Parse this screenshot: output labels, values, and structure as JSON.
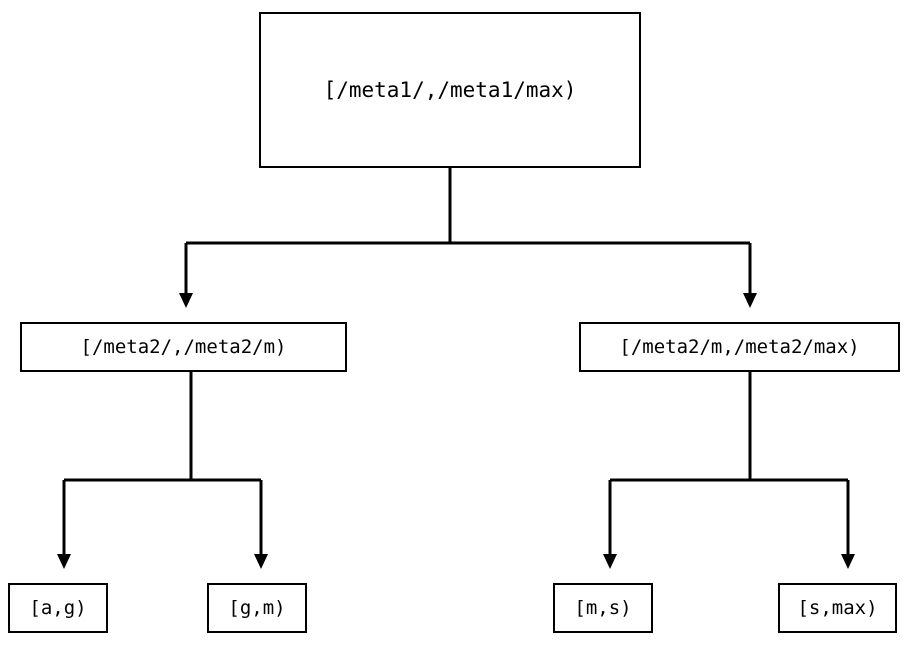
{
  "diagram": {
    "type": "tree",
    "title": "",
    "orientation": "top-down",
    "background_color": "#ffffff",
    "line_color": "#000000",
    "box_border_color": "#000000",
    "box_fill_color": "#ffffff",
    "text_color": "#000000",
    "edge_style": "orthogonal-elbow",
    "arrowhead": "filled-triangle-down",
    "nodes": {
      "root": {
        "label": "[/meta1/,/meta1/max)",
        "level": 0
      },
      "left_mid": {
        "label": "[/meta2/,/meta2/m)",
        "level": 1
      },
      "right_mid": {
        "label": "[/meta2/m,/meta2/max)",
        "level": 1
      },
      "leaf_ag": {
        "label": "[a,g)",
        "level": 2
      },
      "leaf_gm": {
        "label": "[g,m)",
        "level": 2
      },
      "leaf_ms": {
        "label": "[m,s)",
        "level": 2
      },
      "leaf_smax": {
        "label": "[s,max)",
        "level": 2
      }
    },
    "edges": [
      {
        "from": "root",
        "to": "left_mid"
      },
      {
        "from": "root",
        "to": "right_mid"
      },
      {
        "from": "left_mid",
        "to": "leaf_ag"
      },
      {
        "from": "left_mid",
        "to": "leaf_gm"
      },
      {
        "from": "right_mid",
        "to": "leaf_ms"
      },
      {
        "from": "right_mid",
        "to": "leaf_smax"
      }
    ]
  }
}
